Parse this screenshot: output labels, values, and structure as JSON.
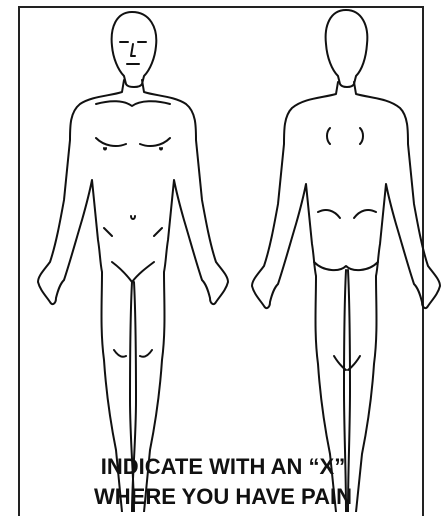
{
  "diagram": {
    "front_figure": "front-body-outline",
    "back_figure": "back-body-outline",
    "line_color": "#111111",
    "background": "#ffffff"
  },
  "caption": {
    "line1": "INDICATE WITH AN “X”",
    "line2": "WHERE YOU HAVE PAIN"
  }
}
